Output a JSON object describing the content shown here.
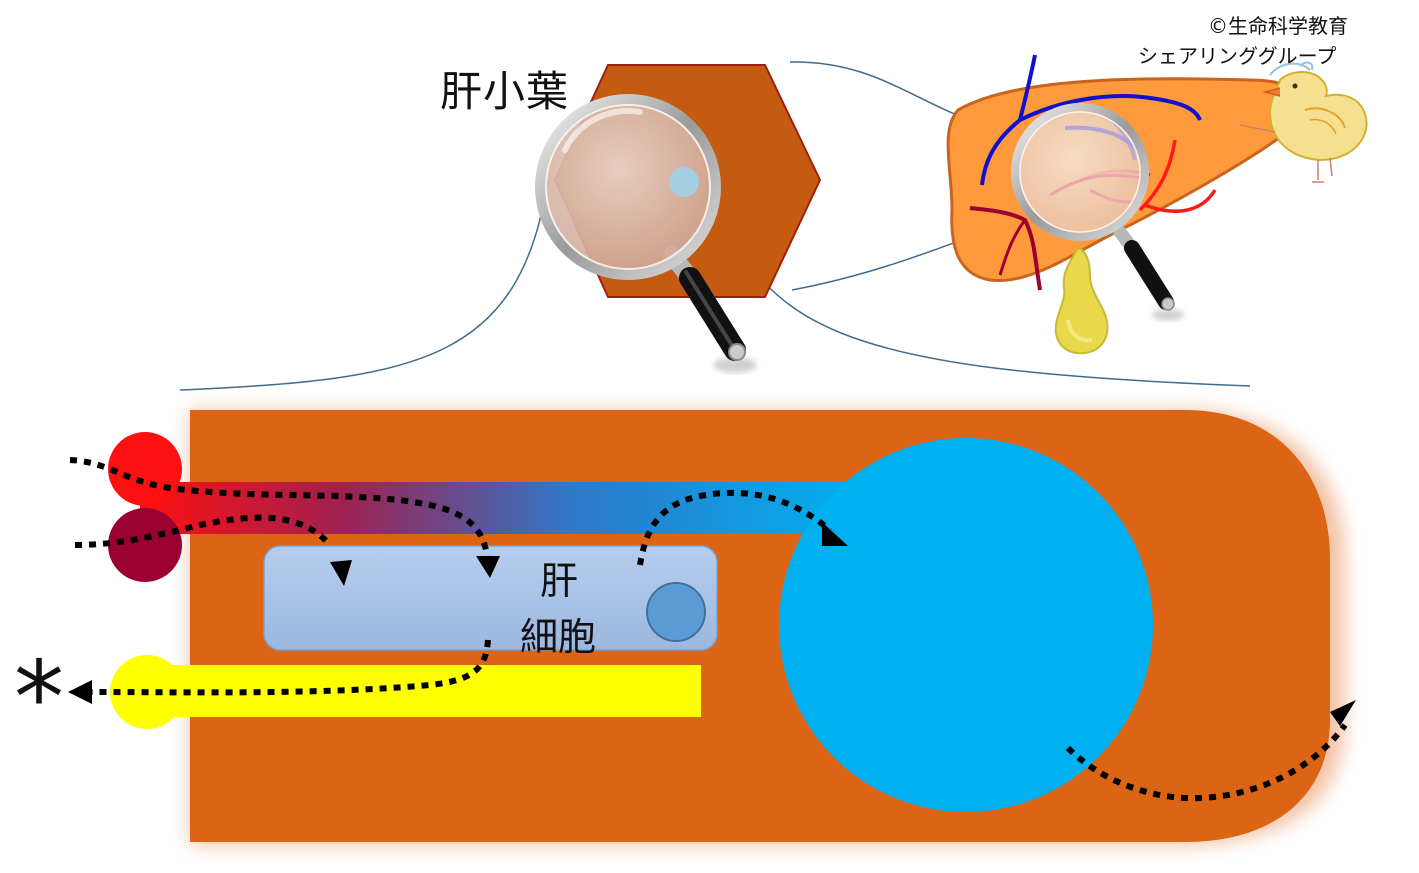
{
  "labels": {
    "lobule": "肝小葉",
    "hepatocyte_line1": "肝",
    "hepatocyte_line2": "細胞",
    "credit_line1": "©生命科学教育",
    "credit_line2": "シェアリンググループ",
    "asterisk": "*"
  },
  "icons": {
    "magnifier": "magnifier-icon",
    "liver": "liver-icon",
    "gallbladder": "gallbladder-icon",
    "chick": "chick-icon"
  },
  "colors": {
    "hexagon": "#c55a11",
    "cell_band": "#dc6415",
    "liver": "#ff9a3c",
    "artery": "#ff1a1a",
    "portal_vein": "#9b0030",
    "central_vein": "#00b0f0",
    "hepatocyte": "#a9c4e8",
    "nucleus": "#5b9bd5",
    "bile": "#ffff00",
    "gallbladder": "#e8d84a",
    "hepatic_vein_blue": "#1010d0"
  }
}
